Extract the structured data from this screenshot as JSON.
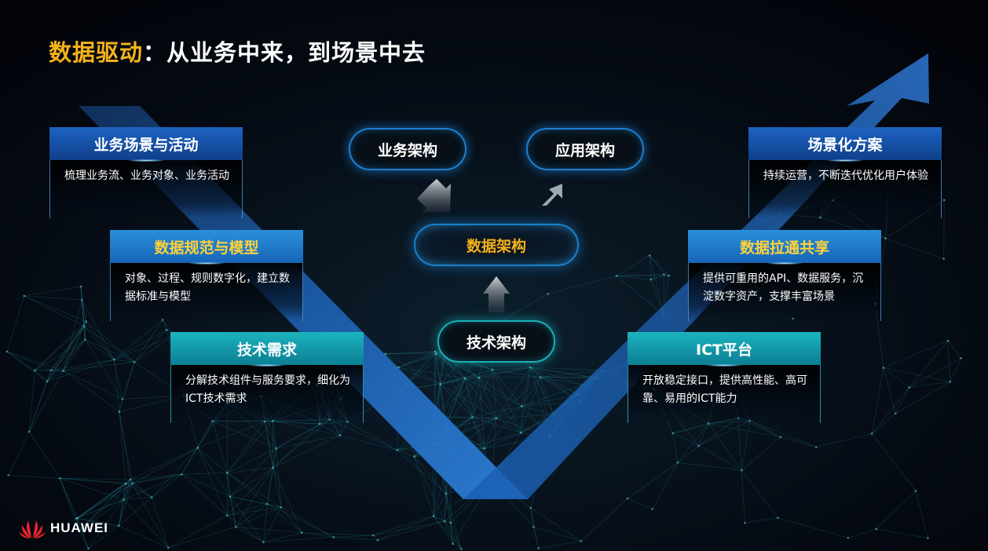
{
  "slide": {
    "title_highlight": "数据驱动",
    "title_rest": "：从业务中来，到场景中去"
  },
  "left_cards": [
    {
      "title": "业务场景与活动",
      "body": "梳理业务流、业务对象、业务活动"
    },
    {
      "title": "数据规范与模型",
      "body": "对象、过程、规则数字化，建立数据标准与模型"
    },
    {
      "title": "技术需求",
      "body": "分解技术组件与服务要求，细化为ICT技术需求"
    }
  ],
  "right_cards": [
    {
      "title": "场景化方案",
      "body": "持续运营，不断迭代优化用户体验"
    },
    {
      "title": "数据拉通共享",
      "body": "提供可重用的API、数据服务，沉淀数字资产，支撑丰富场景"
    },
    {
      "title": "ICT平台",
      "body": "开放稳定接口，提供高性能、高可靠、易用的ICT能力"
    }
  ],
  "center": {
    "business_arch": "业务架构",
    "application_arch": "应用架构",
    "data_arch": "数据架构",
    "tech_arch": "技术架构"
  },
  "brand": {
    "name": "HUAWEI",
    "logo_color": "#e6242b"
  },
  "colors": {
    "highlight": "#f4b21c",
    "v_band": "#1a5fb4",
    "teal": "#17a9b5"
  }
}
